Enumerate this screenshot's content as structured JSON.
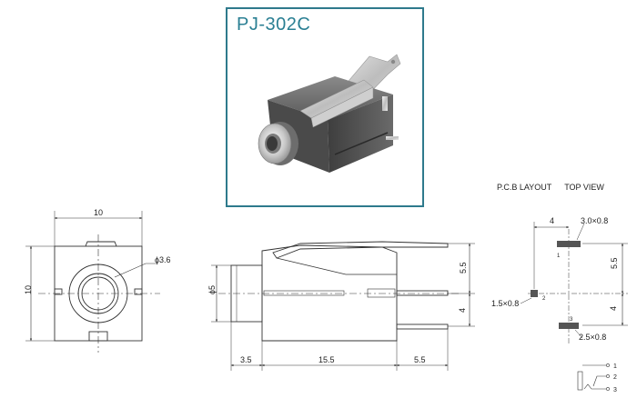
{
  "product": {
    "model": "PJ-302C"
  },
  "pcb": {
    "heading_left": "P.C.B LAYOUT",
    "heading_right": "TOP VIEW",
    "dim_horizontal": "4",
    "dim_pad1": "3.0×0.8",
    "dim_upper": "5.5",
    "dim_pad2": "1.5×0.8",
    "dim_lower": "4",
    "dim_pad3": "2.5×0.8",
    "pad1_label": "1",
    "pad2_label": "2",
    "pad3_label": "3"
  },
  "front_view": {
    "dim_width": "10",
    "dim_height": "10",
    "dim_diameter": "ϕ3.6"
  },
  "side_view": {
    "dim_diameter": "ϕ5",
    "dim_upper": "5.5",
    "dim_lower": "4",
    "dim_front": "3.5",
    "dim_body": "15.5",
    "dim_pins": "5.5"
  },
  "schematic": {
    "pin1": "1",
    "pin2": "2",
    "pin3": "3"
  },
  "colors": {
    "frame": "#2e7a8c",
    "title": "#2a7f93",
    "line": "#333333",
    "pad": "#555555"
  }
}
